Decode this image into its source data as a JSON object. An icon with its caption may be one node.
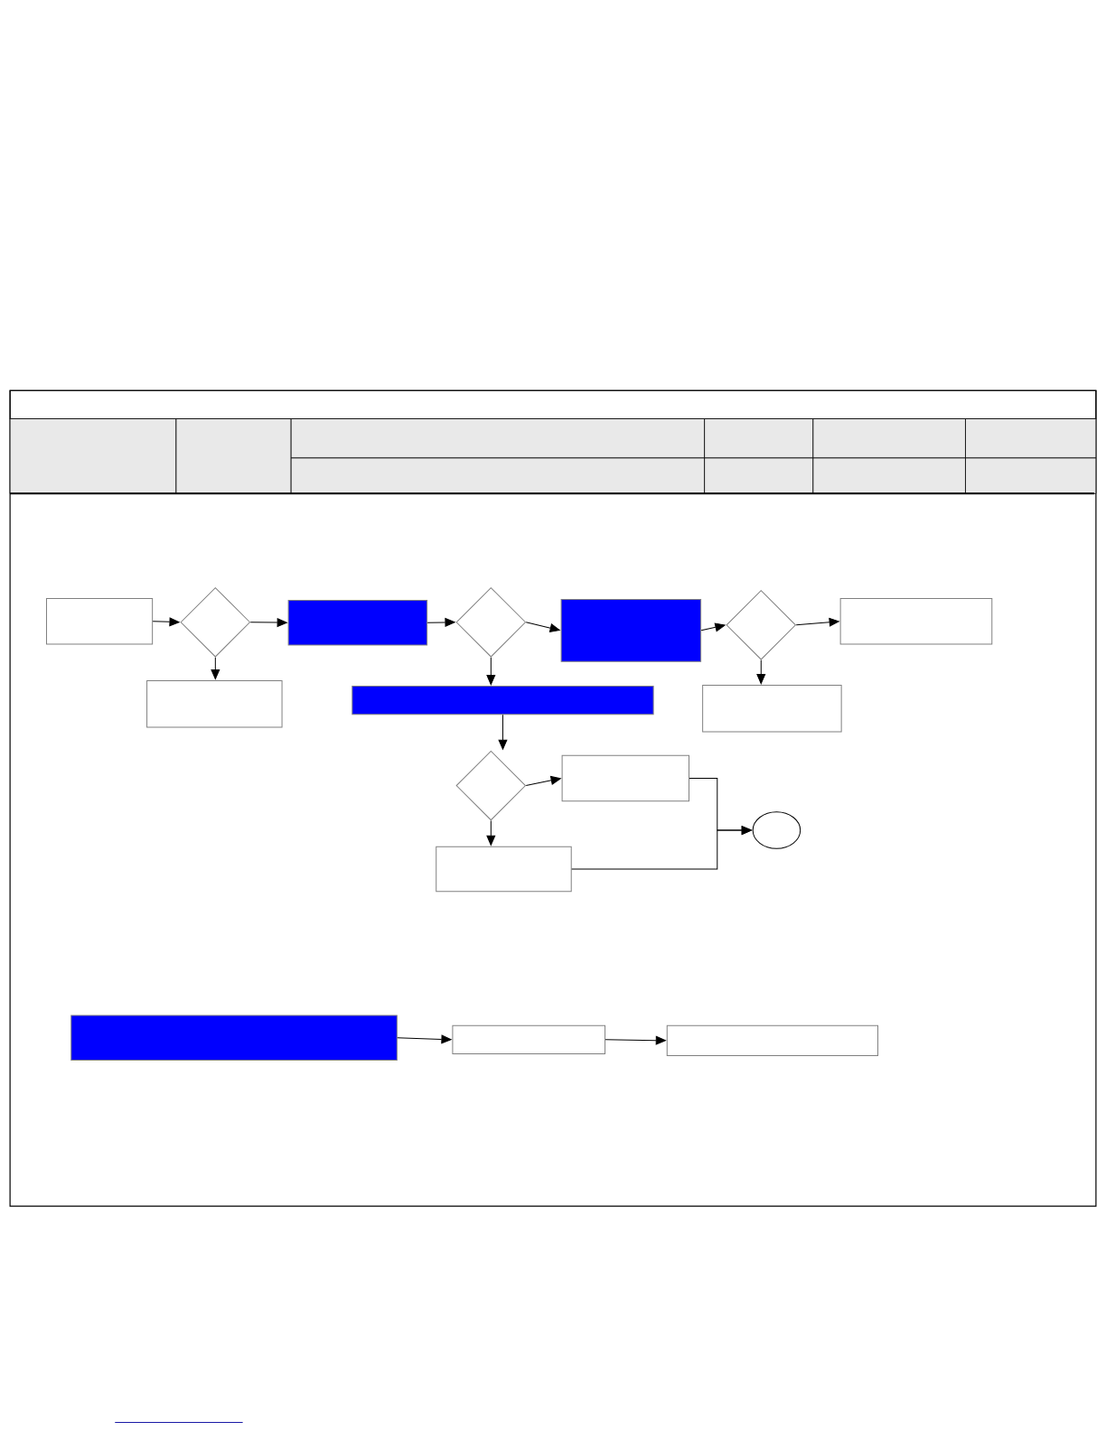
{
  "diagram": {
    "nodes": [
      {
        "text": [],
        "shape": "box"
      },
      {
        "text": [],
        "shape": "diamond"
      },
      {
        "text": [],
        "shape": "box"
      },
      {
        "text": [],
        "shape": "diamond"
      },
      {
        "text": [],
        "shape": "box"
      },
      {
        "text": [],
        "shape": "diamond"
      },
      {
        "text": [],
        "shape": "box"
      },
      {
        "text": [],
        "shape": "box"
      },
      {
        "text": [],
        "shape": "box"
      },
      {
        "text": [],
        "shape": "box"
      },
      {
        "text": [],
        "shape": "diamond"
      },
      {
        "text": [],
        "shape": "box"
      },
      {
        "text": [],
        "shape": "box"
      },
      {
        "text": [],
        "shape": "circle"
      },
      {
        "text": [],
        "shape": "box"
      },
      {
        "text": [],
        "shape": "box"
      },
      {
        "text": [],
        "shape": "box"
      }
    ],
    "edges": [
      {
        "from": 0,
        "to": 1,
        "arrow": "to"
      },
      {
        "from": 1,
        "to": 2,
        "arrow": "to"
      },
      {
        "from": 1,
        "to": 7,
        "arrow": "to"
      },
      {
        "from": 2,
        "to": 3,
        "arrow": "to"
      },
      {
        "from": 3,
        "to": 4,
        "arrow": "to"
      },
      {
        "from": 3,
        "to": 8,
        "arrow": "to"
      },
      {
        "from": 4,
        "to": 5,
        "arrow": "to"
      },
      {
        "from": 5,
        "to": 6,
        "arrow": "to"
      },
      {
        "from": 5,
        "to": 9,
        "arrow": "to"
      },
      {
        "from": 8,
        "to": 10,
        "arrow": "to"
      },
      {
        "from": 10,
        "to": 11,
        "arrow": "to"
      },
      {
        "from": 10,
        "to": 12,
        "arrow": "to"
      },
      {
        "from": 11,
        "to": 13,
        "arrow": "to"
      },
      {
        "from": 12,
        "to": 13,
        "arrow": "to"
      },
      {
        "from": 14,
        "to": 15,
        "arrow": "to"
      },
      {
        "from": 15,
        "to": 16,
        "arrow": "to"
      }
    ]
  }
}
